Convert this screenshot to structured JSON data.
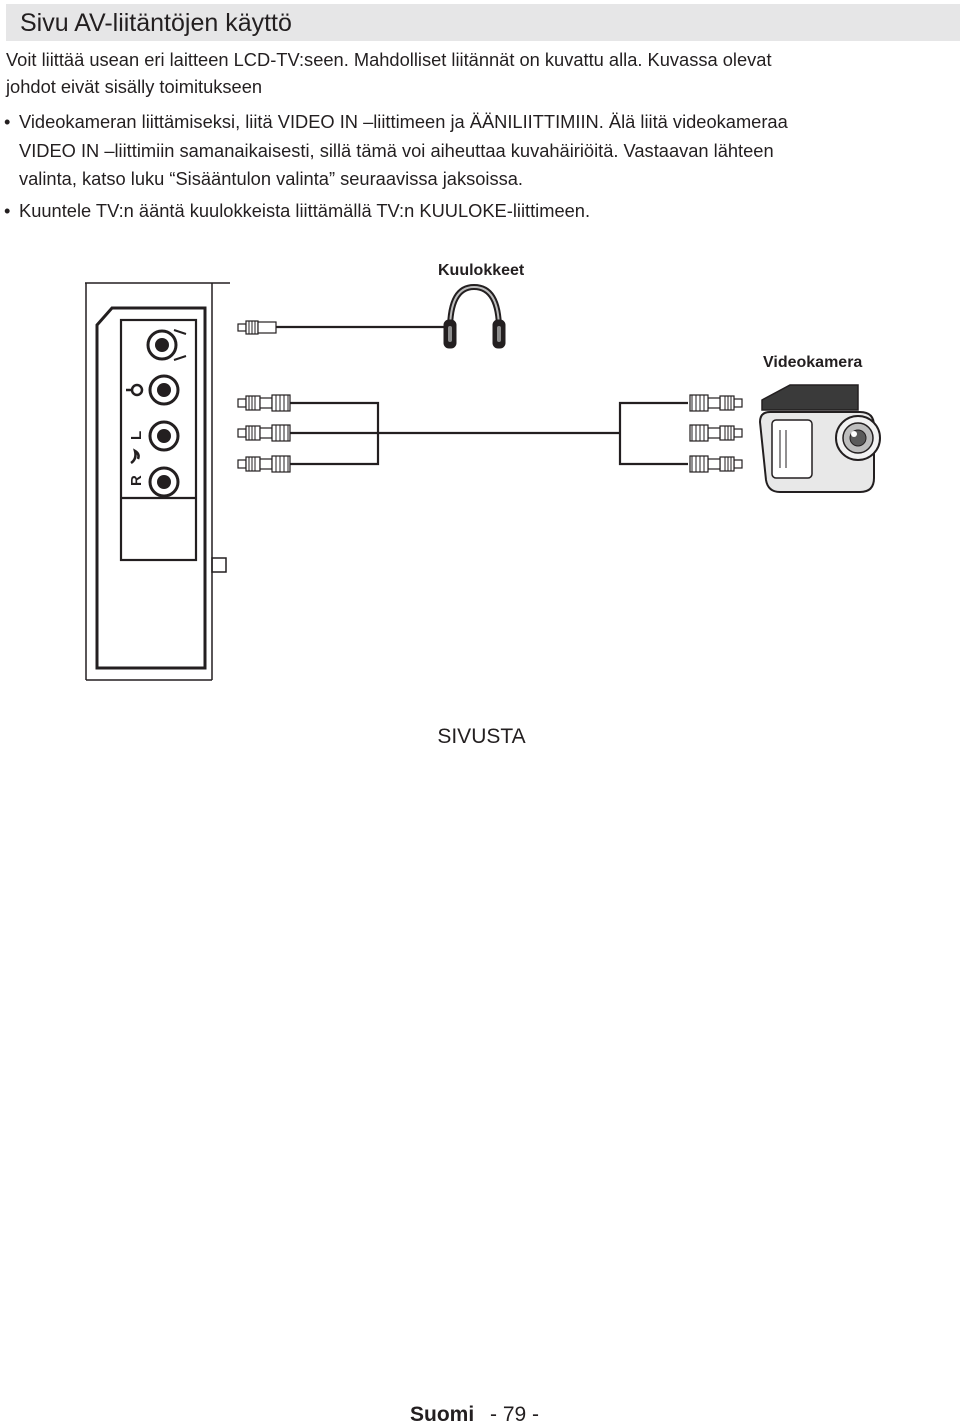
{
  "page": {
    "title": "Sivu AV-liitäntöjen käyttö",
    "intro_lines": [
      "Voit liittää usean eri laitteen LCD-TV:seen. Mahdolliset liitännät on kuvattu alla. Kuvassa olevat",
      "johdot eivät sisälly toimitukseen"
    ],
    "bullets": [
      {
        "marker": "•",
        "lines": [
          "Videokameran liittämiseksi, liitä VIDEO IN –liittimeen ja ÄÄNILIITTIMIIN. Älä liitä videokameraa",
          "VIDEO IN –liittimiin samanaikaisesti, sillä tämä voi aiheuttaa kuvahäiriöitä. Vastaavan lähteen",
          "valinta, katso luku “Sisääntulon valinta” seuraavissa jaksoissa."
        ]
      },
      {
        "marker": "•",
        "lines": [
          "Kuuntele TV:n ääntä kuulokkeista liittämällä TV:n KUULOKE-liittimeen."
        ]
      }
    ]
  },
  "diagram": {
    "headphones_label": "Kuulokkeet",
    "camcorder_label": "Videokamera",
    "panel_labels": {
      "right": "R",
      "left": "L"
    },
    "side_caption": "SIVUSTA",
    "icons": [
      "headphones-icon",
      "camcorder-icon",
      "video-jack-icon",
      "rca-plug-icon",
      "headphone-plug-icon"
    ],
    "colors": {
      "text": "#231f20",
      "title_bar": "#e6e6e7",
      "line": "#231f20"
    }
  },
  "footer": {
    "language": "Suomi",
    "page_number": "- 79 -"
  }
}
